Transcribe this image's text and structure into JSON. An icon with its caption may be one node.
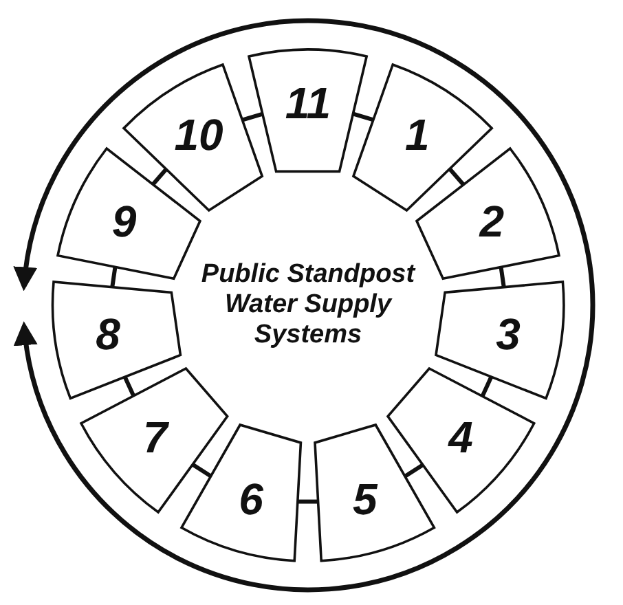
{
  "diagram": {
    "nodes": [
      {
        "text": [
          "1"
        ]
      },
      {
        "text": [
          "2"
        ]
      },
      {
        "text": [
          "3"
        ]
      },
      {
        "text": [
          "4"
        ]
      },
      {
        "text": [
          "5"
        ]
      },
      {
        "text": [
          "6"
        ]
      },
      {
        "text": [
          "7"
        ]
      },
      {
        "text": [
          "8"
        ]
      },
      {
        "text": [
          "9"
        ]
      },
      {
        "text": [
          "10"
        ]
      },
      {
        "text": [
          "11"
        ]
      },
      {
        "text": [
          "Public Standpost Water Supply Systems"
        ]
      }
    ],
    "edges": [
      {
        "from": 0,
        "to": 1,
        "arrow": "none"
      },
      {
        "from": 1,
        "to": 2,
        "arrow": "none"
      },
      {
        "from": 2,
        "to": 3,
        "arrow": "none"
      },
      {
        "from": 3,
        "to": 4,
        "arrow": "none"
      },
      {
        "from": 4,
        "to": 5,
        "arrow": "none"
      },
      {
        "from": 5,
        "to": 6,
        "arrow": "none"
      },
      {
        "from": 6,
        "to": 7,
        "arrow": "none"
      },
      {
        "from": 7,
        "to": 8,
        "arrow": "none"
      },
      {
        "from": 8,
        "to": 9,
        "arrow": "none"
      },
      {
        "from": 9,
        "to": 10,
        "arrow": "none"
      },
      {
        "from": 10,
        "to": 0,
        "arrow": "none"
      },
      {
        "from": 7,
        "to": 7,
        "arrow": "both"
      }
    ]
  }
}
